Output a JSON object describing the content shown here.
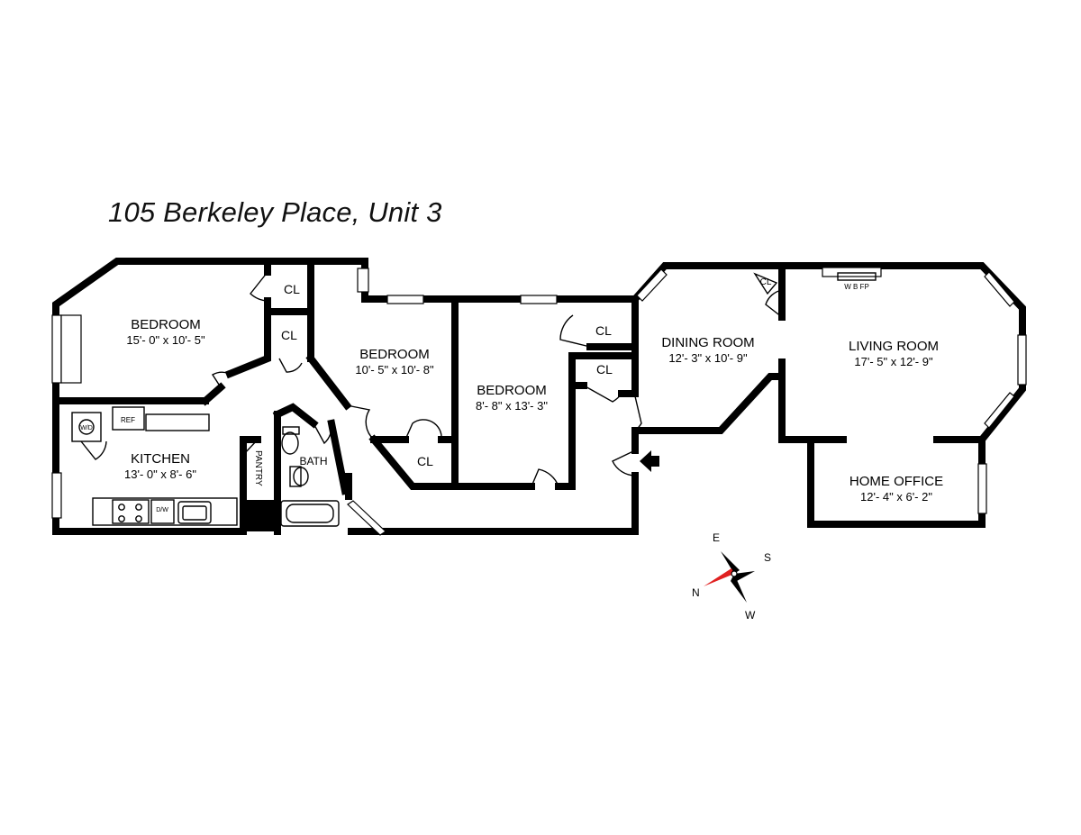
{
  "title": "105 Berkeley Place, Unit 3",
  "rooms": [
    {
      "label": "BEDROOM",
      "dims": "15'- 0\" x 10'- 5\""
    },
    {
      "label": "BEDROOM",
      "dims": "10'- 5\" x 10'- 8\""
    },
    {
      "label": "BEDROOM",
      "dims": "8'- 8\" x 13'- 3\""
    },
    {
      "label": "KITCHEN",
      "dims": "13'- 0\" x 8'- 6\""
    },
    {
      "label": "DINING ROOM",
      "dims": "12'- 3\" x 10'- 9\""
    },
    {
      "label": "LIVING ROOM",
      "dims": "17'- 5\" x 12'- 9\""
    },
    {
      "label": "HOME OFFICE",
      "dims": "12'- 4\" x 6'- 2\""
    }
  ],
  "fixtures": {
    "closet": "CL",
    "bath": "BATH",
    "pantry": "PANTRY",
    "ref": "REF",
    "washer_dryer": "W/D",
    "dishwasher": "D/W",
    "fireplace": "W B FP"
  },
  "compass": {
    "n": "N",
    "e": "E",
    "s": "S",
    "w": "W",
    "accent": "#e02020"
  }
}
